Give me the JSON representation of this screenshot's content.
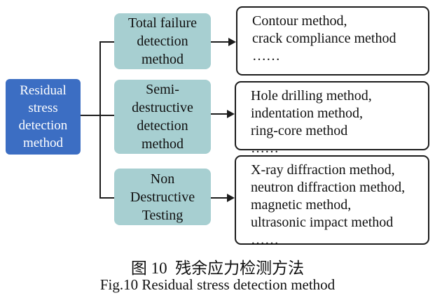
{
  "figure": {
    "root": {
      "label": "Residual\nstress\ndetection\nmethod"
    },
    "branches": [
      {
        "category": "Total failure\ndetection\nmethod",
        "methods": "Contour method,\ncrack compliance method\n……"
      },
      {
        "category": "Semi-\ndestructive\ndetection\nmethod",
        "methods": "Hole drilling method,\nindentation method,\nring-core method\n……"
      },
      {
        "category": "Non\nDestructive\nTesting",
        "methods": "X-ray diffraction method,\nneutron diffraction method,\nmagnetic method,\nultrasonic impact method\n……"
      }
    ],
    "caption_zh": "图 10  残余应力检测方法",
    "caption_en": "Fig.10 Residual stress detection method",
    "colors": {
      "root_bg": "#3c6ec3",
      "root_text": "#ffffff",
      "category_bg": "#a7cfd1",
      "connector_line": "#1c1c1c",
      "methods_border": "#1c1c1c",
      "background": "#ffffff"
    }
  }
}
